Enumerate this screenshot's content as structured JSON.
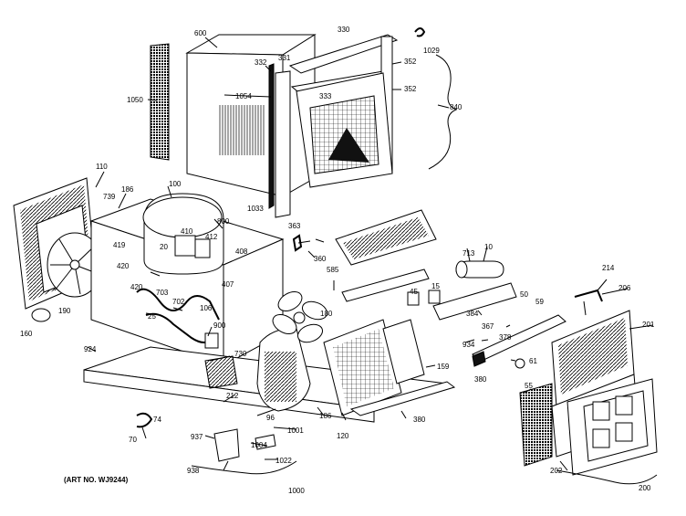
{
  "caption": "(ART NO. WJ9244)",
  "part_labels": [
    "1029",
    "330",
    "600",
    "332",
    "331",
    "352",
    "1050",
    "1054",
    "333",
    "352",
    "840",
    "110",
    "739",
    "186",
    "100",
    "1033",
    "363",
    "800",
    "410",
    "412",
    "419",
    "420",
    "20",
    "408",
    "407",
    "360",
    "585",
    "713",
    "10",
    "214",
    "206",
    "420",
    "703",
    "702",
    "106",
    "25",
    "180",
    "45",
    "15",
    "50",
    "59",
    "384",
    "367",
    "160",
    "190",
    "924",
    "900",
    "730",
    "934",
    "378",
    "201",
    "380",
    "61",
    "159",
    "212",
    "74",
    "70",
    "96",
    "1001",
    "186",
    "120",
    "380",
    "55",
    "937",
    "1004",
    "1022",
    "938",
    "1000",
    "202",
    "200"
  ]
}
